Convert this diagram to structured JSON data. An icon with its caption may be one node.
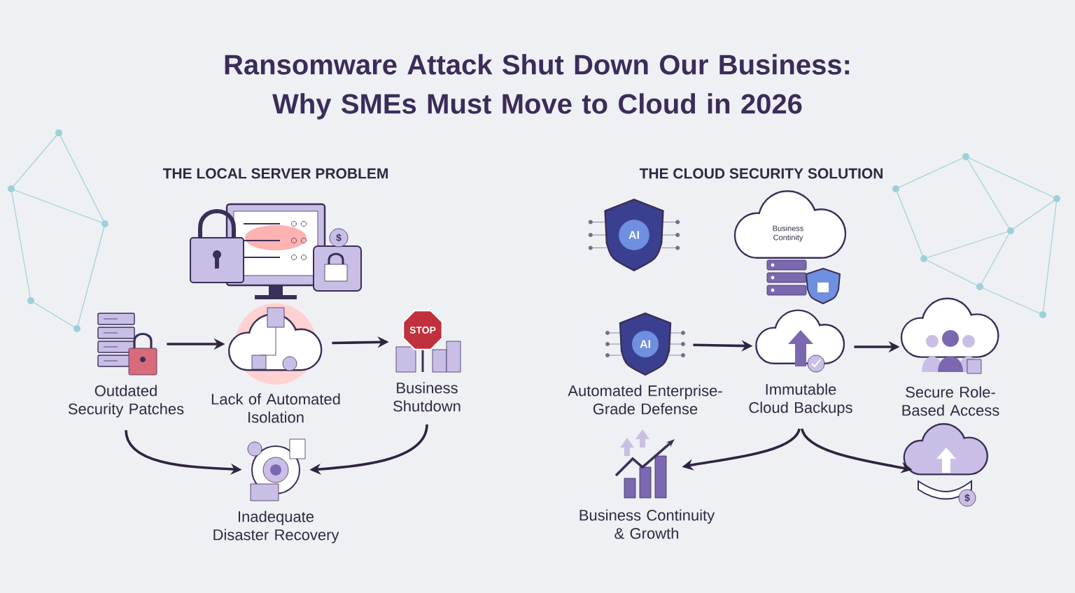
{
  "diagram": {
    "title": "Ransomware Attack Shut Down Our Business: Why SMEs Must Move to Cloud in 2026",
    "nodes": [
      {
        "text": [
          "Outdated Security Patches"
        ]
      },
      {
        "text": [
          "Lack of Automated Isolation"
        ]
      },
      {
        "text": [
          "Business Shutdown"
        ]
      },
      {
        "text": [
          "Inadequate Disaster Recovery"
        ]
      },
      {
        "text": [
          "Business Continity"
        ]
      },
      {
        "text": [
          "Automated Enterprise-Grade Defense"
        ]
      },
      {
        "text": [
          "Immutable Cloud Backups"
        ]
      },
      {
        "text": [
          "Secure Role-Based Access"
        ]
      },
      {
        "text": [
          "Business Continuity & Growth"
        ]
      },
      {
        "text": [],
        "shape": "picture"
      }
    ],
    "edges": [
      {
        "from": 0,
        "to": 1,
        "arrow": "to"
      },
      {
        "from": 1,
        "to": 2,
        "arrow": "to"
      },
      {
        "from": 0,
        "to": 3,
        "arrow": "to"
      },
      {
        "from": 2,
        "to": 3,
        "arrow": "to"
      },
      {
        "from": 5,
        "to": 6,
        "arrow": "to"
      },
      {
        "from": 6,
        "to": 7,
        "arrow": "to"
      },
      {
        "from": 6,
        "to": 8,
        "arrow": "to"
      },
      {
        "from": 6,
        "to": 9,
        "arrow": "to"
      }
    ],
    "labels": [
      "THE LOCAL SERVER PROBLEM",
      "THE CLOUD SECURITY SOLUTION",
      "$",
      "STOP",
      "AI",
      "AI",
      "$"
    ]
  }
}
